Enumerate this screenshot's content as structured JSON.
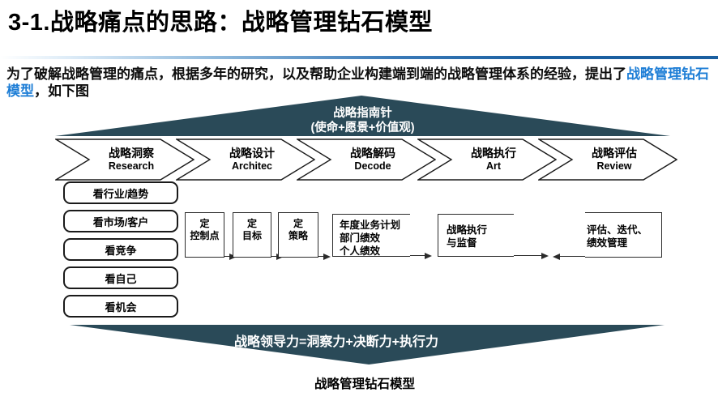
{
  "slide": {
    "title": "3-1.战略痛点的思路：战略管理钻石模型",
    "intro_before": "为了破解战略管理的痛点，根据多年的研究，以及帮助企业构建端到端的战略管理体系的经验，提出了",
    "intro_highlight": "战略管理钻石模型",
    "intro_after": "，如下图",
    "caption": "战略管理钻石模型"
  },
  "diagram": {
    "compass": {
      "line1": "战略指南针",
      "line2": "(使命+愿景+价值观)"
    },
    "phases": [
      {
        "cn": "战略洞察",
        "en": "Research"
      },
      {
        "cn": "战略设计",
        "en": "Architec"
      },
      {
        "cn": "战略解码",
        "en": "Decode"
      },
      {
        "cn": "战略执行",
        "en": "Art"
      },
      {
        "cn": "战略评估",
        "en": "Review"
      }
    ],
    "insight_items": [
      "看行业/趋势",
      "看市场/客户",
      "看竞争",
      "看自己",
      "看机会"
    ],
    "design_steps": [
      {
        "l1": "定",
        "l2": "控制点"
      },
      {
        "l1": "定",
        "l2": "目标"
      },
      {
        "l1": "定",
        "l2": "策略"
      }
    ],
    "decode_box": {
      "l1": "年度业务计划",
      "l2": "部门绩效",
      "l3": "个人绩效"
    },
    "execute_box": {
      "l1": "战略执行",
      "l2": "与监督"
    },
    "review_box": {
      "l1": "评估、迭代、",
      "l2": "绩效管理"
    },
    "leadership": "战略领导力=洞察力+决断力+执行力"
  },
  "colors": {
    "triangle_fill": "#2a4a58",
    "highlight_blue": "#1e7ed6",
    "divider_blue": "#1a5fa0"
  }
}
